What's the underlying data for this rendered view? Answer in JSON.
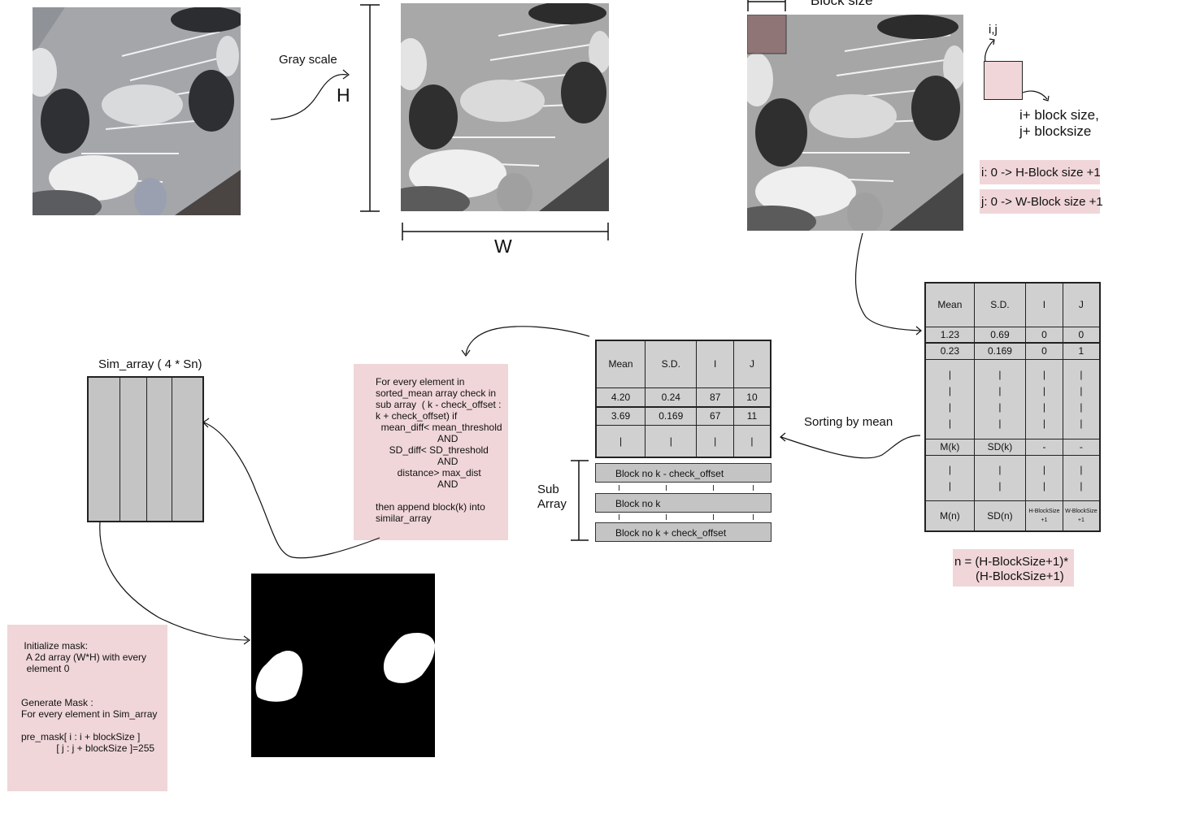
{
  "labels": {
    "grayscale": "Gray scale",
    "h": "H",
    "w": "W",
    "block_size": "Block size",
    "ij": "i,j",
    "i_block_size_line1": "i+ block size,",
    "i_block_size_line2": "j+ blocksize",
    "i_range": "i: 0 -> H-Block size +1",
    "j_range": "j: 0 -> W-Block size +1",
    "sorting_by_mean": "Sorting by mean",
    "sub_array_line1": "Sub",
    "sub_array_line2": "Array",
    "sim_array": "Sim_array ( 4 * Sn)",
    "n_formula_line1": "n = (H-BlockSize+1)*",
    "n_formula_line2": "(H-BlockSize+1)"
  },
  "right_table": {
    "headers": [
      "Mean",
      "S.D.",
      "I",
      "J"
    ],
    "rows": [
      [
        "1.23",
        "0.69",
        "0",
        "0"
      ],
      [
        "0.23",
        "0.169",
        "0",
        "1"
      ],
      [
        "M(k)",
        "SD(k)",
        "-",
        "-"
      ],
      [
        "M(n)",
        "SD(n)",
        "H-BlockSize +1",
        "W-BlockSize +1"
      ]
    ],
    "bar": "|"
  },
  "middle_table": {
    "headers": [
      "Mean",
      "S.D.",
      "I",
      "J"
    ],
    "rows": [
      [
        "4.20",
        "0.24",
        "87",
        "10"
      ],
      [
        "3.69",
        "0.169",
        "67",
        "11"
      ]
    ],
    "bar": "|"
  },
  "sub_array": {
    "rows": [
      "Block no k - check_offset",
      "Block no k",
      "Block no k + check_offset"
    ]
  },
  "algorithm_note": {
    "lines": [
      "For every element in",
      "sorted_mean array check in",
      "sub array  ( k - check_offset :",
      "k + check_offset) if",
      "  mean_diff< mean_threshold",
      "                       AND",
      "     SD_diff< SD_threshold",
      "                       AND",
      "        distance> max_dist",
      "                       AND",
      "",
      "then append block(k) into",
      "similar_array"
    ]
  },
  "mask_note": {
    "lines": [
      " Initialize mask:",
      "  A 2d array (W*H) with every",
      "  element 0",
      "",
      "",
      "Generate Mask :",
      "For every element in Sim_array",
      "",
      "pre_mask[ i : i + blockSize ]",
      "             [ j : j + blockSize ]=255"
    ]
  },
  "colors": {
    "note_bg": "#f0d6d9",
    "cell_bg": "#d0d0d0",
    "block_swatch": "#8a6a6a"
  }
}
